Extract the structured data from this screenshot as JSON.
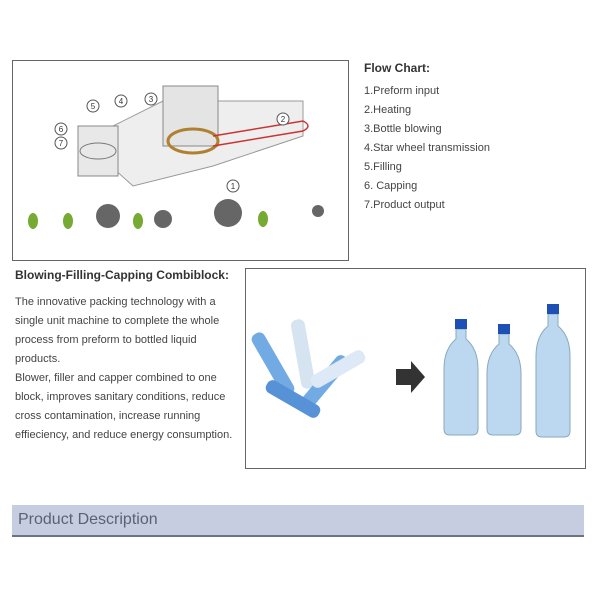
{
  "flow_chart": {
    "title": "Flow Chart:",
    "steps": [
      "1.Preform input",
      "2.Heating",
      "3.Bottle blowing",
      "4.Star wheel transmission",
      "5.Filling",
      "6. Capping",
      "7.Product output"
    ]
  },
  "diagram": {
    "labels": [
      "1",
      "2",
      "3",
      "4",
      "5",
      "6",
      "7"
    ]
  },
  "combiblock": {
    "title": "Blowing-Filling-Capping Combiblock:",
    "paragraph1": "The innovative packing technology with a single unit machine to complete the whole process from preform to bottled liquid products.",
    "paragraph2": "Blower, filler and capper combined to one block, improves sanitary conditions, reduce cross contamination, increase running effieciency, and reduce energy consumption."
  },
  "section": {
    "title": "Product Description"
  },
  "colors": {
    "banner": "#c6cde0",
    "bottle_blue": "#3a7fd0"
  }
}
